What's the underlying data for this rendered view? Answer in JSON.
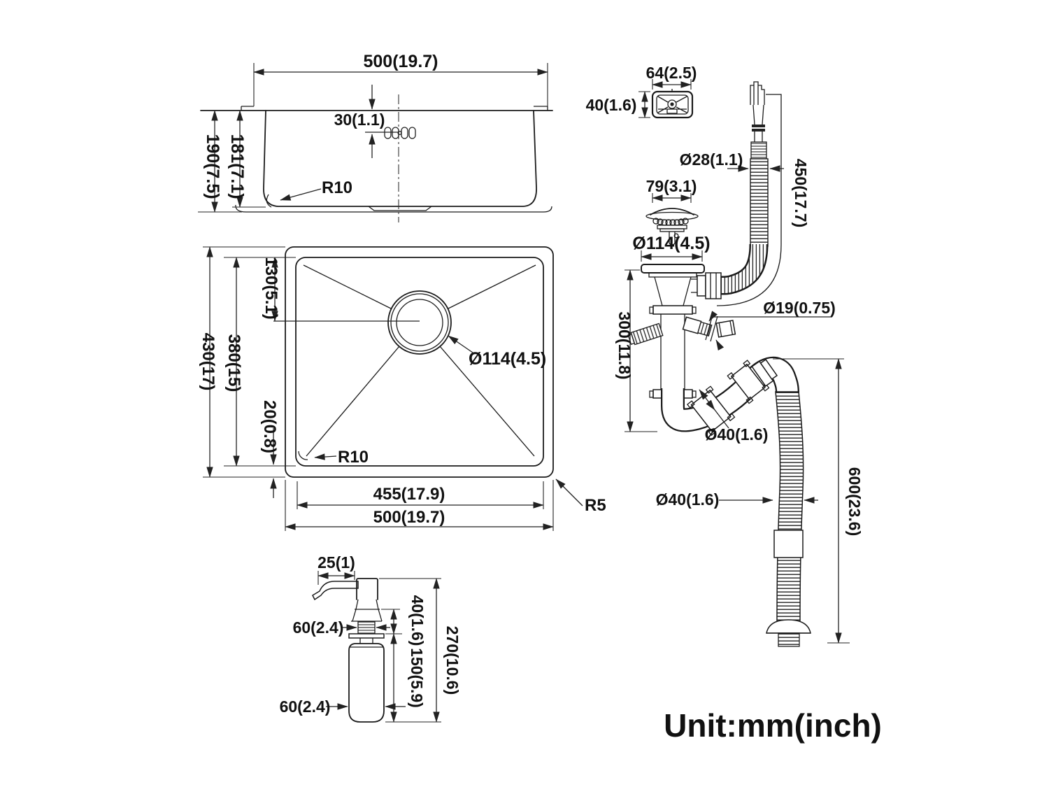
{
  "unit_label": "Unit:mm(inch)",
  "side_view": {
    "overall_width": "500(19.7)",
    "faucet_hole_offset": "30(1.1)",
    "overall_depth": "190(7.5)",
    "bowl_depth": "181(7.1)",
    "bottom_corner_radius": "R10"
  },
  "top_view": {
    "overall_height": "430(17)",
    "bowl_height": "380(15)",
    "drain_offset": "130(5.1)",
    "bottom_rim": "20(0.8)",
    "drain_diameter": "Ø114(4.5)",
    "bowl_corner_radius": "R10",
    "outer_corner_radius": "R5",
    "bowl_width": "455(17.9)",
    "overall_width": "500(19.7)"
  },
  "soap_dispenser": {
    "spout_length": "25(1)",
    "thread_diameter": "60(2.4)",
    "collar_height": "40(1.6)",
    "bottle_height": "150(5.9)",
    "overall_height": "270(10.6)",
    "bottle_diameter": "60(2.4)"
  },
  "drain_assembly": {
    "overflow_width": "64(2.5)",
    "overflow_height": "40(1.6)",
    "overflow_hose_diameter": "Ø28(1.1)",
    "overflow_hose_length": "450(17.7)",
    "strainer_width": "79(3.1)",
    "strainer_diameter": "Ø114(4.5)",
    "nipple_diameter": "Ø19(0.75)",
    "tailpiece_height": "300(11.8)",
    "trap_pipe_diameter": "Ø40(1.6)",
    "outlet_hose_diameter": "Ø40(1.6)",
    "outlet_hose_length": "600(23.6)"
  }
}
